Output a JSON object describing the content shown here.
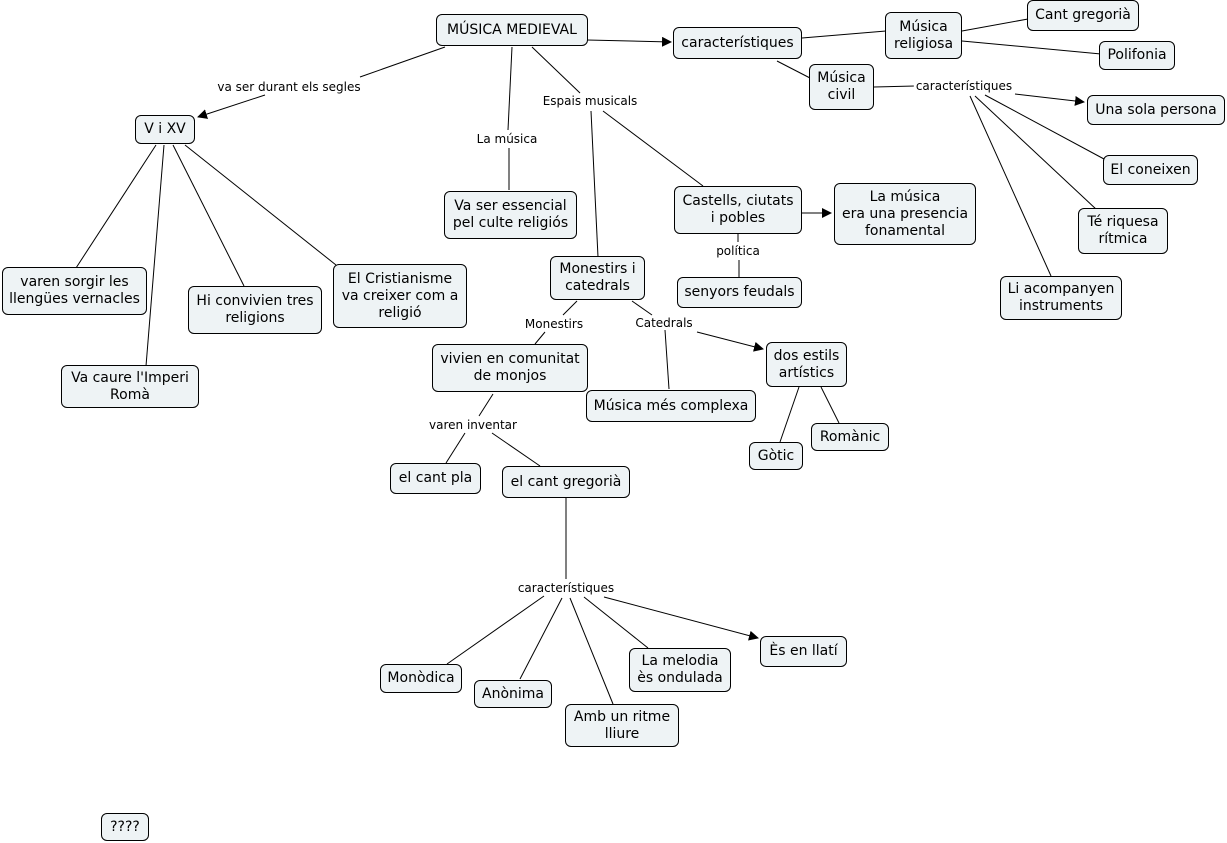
{
  "nodes": {
    "musica_medieval": "MÚSICA MEDIEVAL",
    "caracteristiques_top": "característiques",
    "musica_religiosa": "Música\nreligiosa",
    "cant_gregoria_top": "Cant gregorià",
    "polifonia": "Polifonia",
    "musica_civil": "Música\ncivil",
    "una_sola_persona": "Una sola persona",
    "el_coneixen": "El coneixen",
    "te_riquesa": "Té riquesa\nrítmica",
    "li_acompanyen": "Li acompanyen\ninstruments",
    "v_i_xv": "V i XV",
    "varen_sorgir": "varen sorgir les\nllengües vernacles",
    "hi_convivien": "Hi convivien tres\nreligions",
    "cristianisme": "El Cristianisme\nva creixer com a\nreligió",
    "va_caure": "Va caure l'Imperi\nRomà",
    "va_ser_essencial": "Va ser essencial\npel culte religiós",
    "castells": "Castells, ciutats\ni pobles",
    "la_musica_presencia": "La música\nera una presencia\nfonamental",
    "senyors_feudals": "senyors feudals",
    "monestirs_catedrals": "Monestirs i\ncatedrals",
    "vivien": "vivien en comunitat\nde monjos",
    "musica_mes_complexa": "Música més complexa",
    "dos_estils": "dos estils\nartístics",
    "gotic": "Gòtic",
    "romanic": "Romànic",
    "el_cant_pla": "el cant pla",
    "el_cant_gregoria": "el cant gregorià",
    "monodica": "Monòdica",
    "anonima": "Anònima",
    "amb_un_ritme": "Amb un ritme\nlliure",
    "la_melodia": "La melodia\nès ondulada",
    "es_en_llati": "Ès en llatí",
    "interrogants": "????"
  },
  "labels": {
    "va_ser_durant": "va ser durant els segles",
    "espais_musicals": "Espais musicals",
    "la_musica": "La música",
    "caracteristiques_civil": "característiques",
    "politica": "política",
    "monestirs": "Monestirs",
    "catedrals": "Catedrals",
    "varen_inventar": "varen inventar",
    "caracteristiques_gregoria": "característiques"
  }
}
